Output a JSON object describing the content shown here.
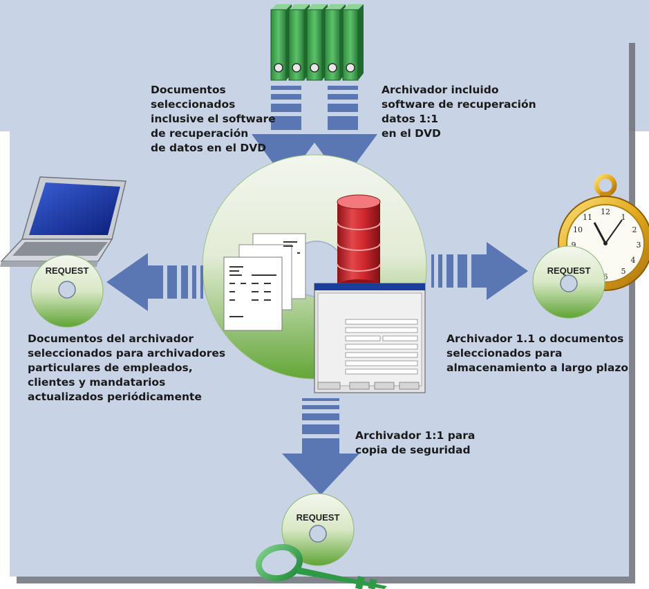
{
  "labels": {
    "top_left": [
      "Documentos",
      "seleccionados",
      "inclusive el software",
      "de recuperación",
      "de datos en el DVD"
    ],
    "top_right": [
      "Archivador incluido",
      "software de recuperación",
      "datos 1:1",
      "en el DVD"
    ],
    "left": [
      "Documentos del archivador",
      "seleccionados para archivadores",
      "particulares de empleados,",
      "clientes y mandatarios",
      "actualizados periódicamente"
    ],
    "right": [
      "Archivador 1.1 o documentos",
      "seleccionados para",
      "almacenamiento a largo plazo"
    ],
    "bottom": [
      "Archivador 1:1 para",
      "copia de seguridad"
    ]
  },
  "request_labels": {
    "left": "REQUEST",
    "right": "REQUEST",
    "bottom": "REQUEST"
  },
  "icons": {
    "top": "binders-icon",
    "left": "laptop-icon",
    "right": "stopwatch-icon",
    "bottom": "key-icon",
    "center": "dvd-disc-icon",
    "database": "database-icon",
    "documents": "documents-icon",
    "dialog": "software-dialog-icon"
  },
  "colors": {
    "panel": "#c9d3e6",
    "arrow": "#5a77b3",
    "disc_green": "#6fae3e",
    "database_red": "#c8242a",
    "binder_green": "#3e9e4e"
  }
}
